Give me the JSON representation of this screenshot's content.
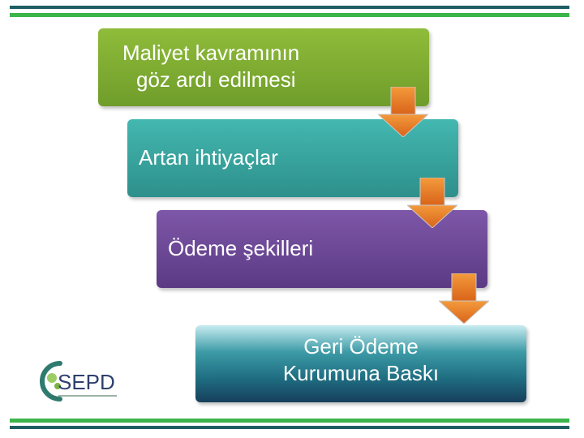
{
  "flow": {
    "steps": [
      {
        "lines": [
          "Maliyet kavramının",
          "göz ardı edilmesi"
        ]
      },
      {
        "lines": [
          "Artan ihtiyaçlar"
        ]
      },
      {
        "lines": [
          "Ödeme şekilleri"
        ]
      },
      {
        "lines": [
          "Geri Ödeme",
          "Kurumuna Baskı"
        ]
      }
    ]
  },
  "logo": {
    "text": "SEPD"
  },
  "colors": {
    "step1": "#7aa830",
    "step2": "#3aa6a0",
    "step3": "#6a489a",
    "step4": "#1e5f7a",
    "arrow": "#e87722",
    "rule_dark": "#1f5f63",
    "rule_green": "#3cb54a"
  }
}
